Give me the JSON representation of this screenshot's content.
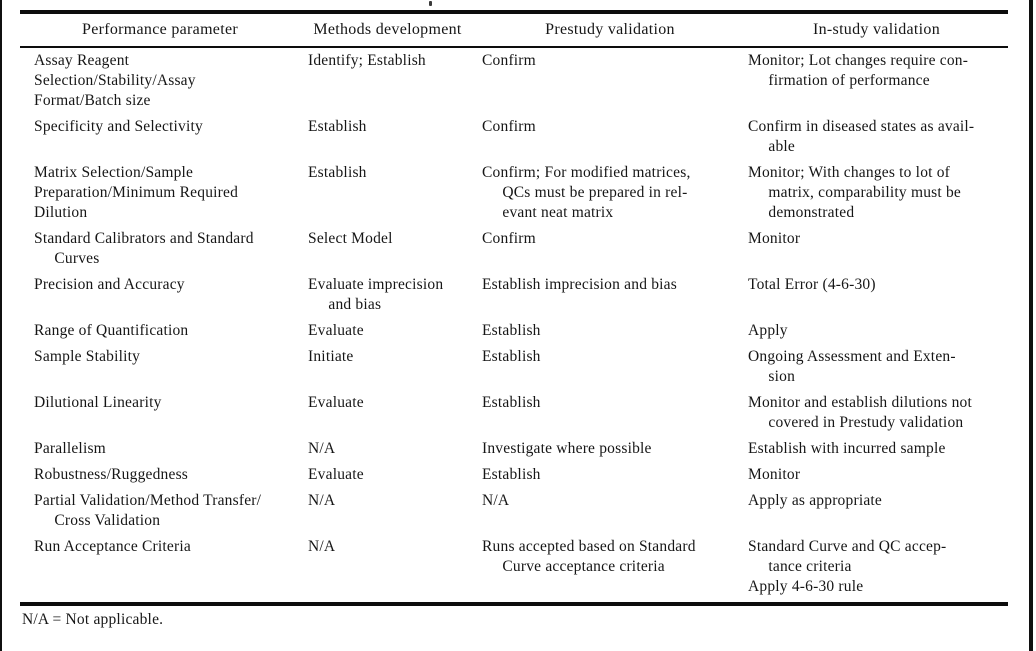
{
  "table": {
    "columns": [
      "Performance parameter",
      "Methods development",
      "Prestudy validation",
      "In-study validation"
    ],
    "rows": [
      [
        "Assay Reagent\nSelection/Stability/Assay\nFormat/Batch size",
        "Identify; Establish",
        "Confirm",
        "Monitor; Lot changes require con-\n     firmation of performance"
      ],
      [
        "Specificity and Selectivity",
        "Establish",
        "Confirm",
        "Confirm in diseased states as avail-\n     able"
      ],
      [
        "Matrix Selection/Sample\nPreparation/Minimum Required\nDilution",
        "Establish",
        "Confirm; For modified matrices,\n     QCs must be prepared in rel-\n     evant neat matrix",
        "Monitor; With changes to lot of\n     matrix, comparability must be\n     demonstrated"
      ],
      [
        "Standard Calibrators and Standard\n     Curves",
        "Select Model",
        "Confirm",
        "Monitor"
      ],
      [
        "Precision and Accuracy",
        "Evaluate imprecision\n     and bias",
        "Establish imprecision and bias",
        "Total Error (4-6-30)"
      ],
      [
        "Range of Quantification",
        "Evaluate",
        "Establish",
        "Apply"
      ],
      [
        "Sample Stability",
        "Initiate",
        "Establish",
        "Ongoing Assessment and Exten-\n     sion"
      ],
      [
        "Dilutional Linearity",
        "Evaluate",
        "Establish",
        "Monitor and establish dilutions not\n     covered in Prestudy validation"
      ],
      [
        "Parallelism",
        "N/A",
        "Investigate where possible",
        "Establish with incurred sample"
      ],
      [
        "Robustness/Ruggedness",
        "Evaluate",
        "Establish",
        "Monitor"
      ],
      [
        "Partial Validation/Method Transfer/\n     Cross Validation",
        "N/A",
        "N/A",
        "Apply as appropriate"
      ],
      [
        "Run Acceptance Criteria",
        "N/A",
        "Runs accepted based on Standard\n     Curve acceptance criteria",
        "Standard Curve and QC accep-\n     tance criteria\nApply 4-6-30 rule"
      ]
    ],
    "footnote": "N/A = Not applicable."
  },
  "colors": {
    "ink": "#161616",
    "rule": "#0d0d0d",
    "paper": "#ffffff"
  }
}
